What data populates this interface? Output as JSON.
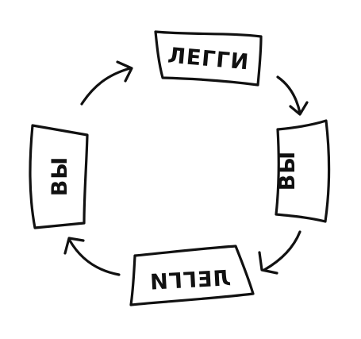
{
  "diagram": {
    "cards": [
      {
        "id": "top",
        "text": "ЛЕГГИ"
      },
      {
        "id": "right",
        "text": "ВЫ"
      },
      {
        "id": "bottom",
        "text": "ЛЕГГИ"
      },
      {
        "id": "left",
        "text": "ВЫ"
      }
    ]
  },
  "colors": {
    "ink": "#111111",
    "background": "#ffffff"
  }
}
